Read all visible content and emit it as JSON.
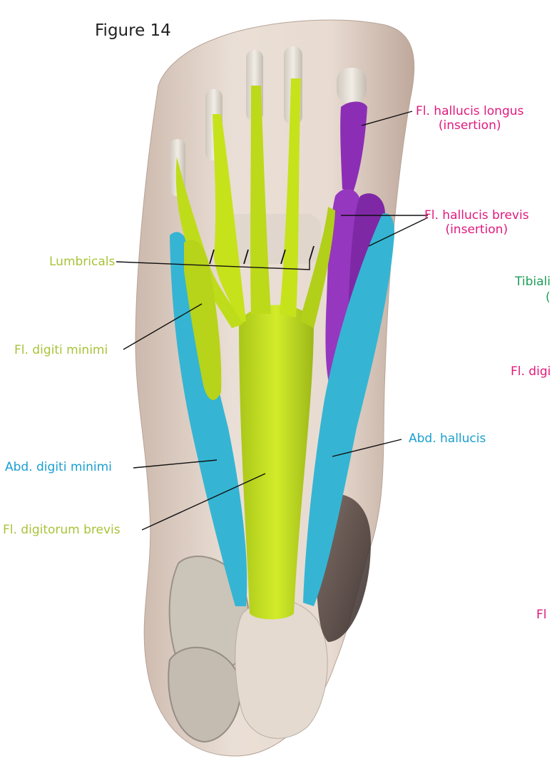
{
  "figure": {
    "title": "Figure 14"
  },
  "labels": {
    "fhl": {
      "line1": "Fl. hallucis longus",
      "line2": "(insertion)"
    },
    "fhb": {
      "line1": "Fl. hallucis brevis",
      "line2": "(insertion)"
    },
    "lumbricals": "Lumbricals",
    "fdm": "Fl. digiti minimi",
    "adm": "Abd. digiti minimi",
    "fdb": "Fl. digitorum brevis",
    "ah": "Abd. hallucis",
    "cut_tibialis": "Tibiali",
    "cut_paren": "(",
    "cut_fl_digi": "Fl. digi",
    "cut_fl": "Fl"
  },
  "colors": {
    "magenta": "#e0197d",
    "lime": "#a9c33a",
    "cyan": "#1a9fd0",
    "green": "#1e9e5a",
    "muscle_lime": "#c6e21a",
    "muscle_purple": "#8c2eb5",
    "muscle_cyan": "#35b5d3",
    "skin": "#e6d8ce",
    "bone": "#ddd8cf"
  }
}
